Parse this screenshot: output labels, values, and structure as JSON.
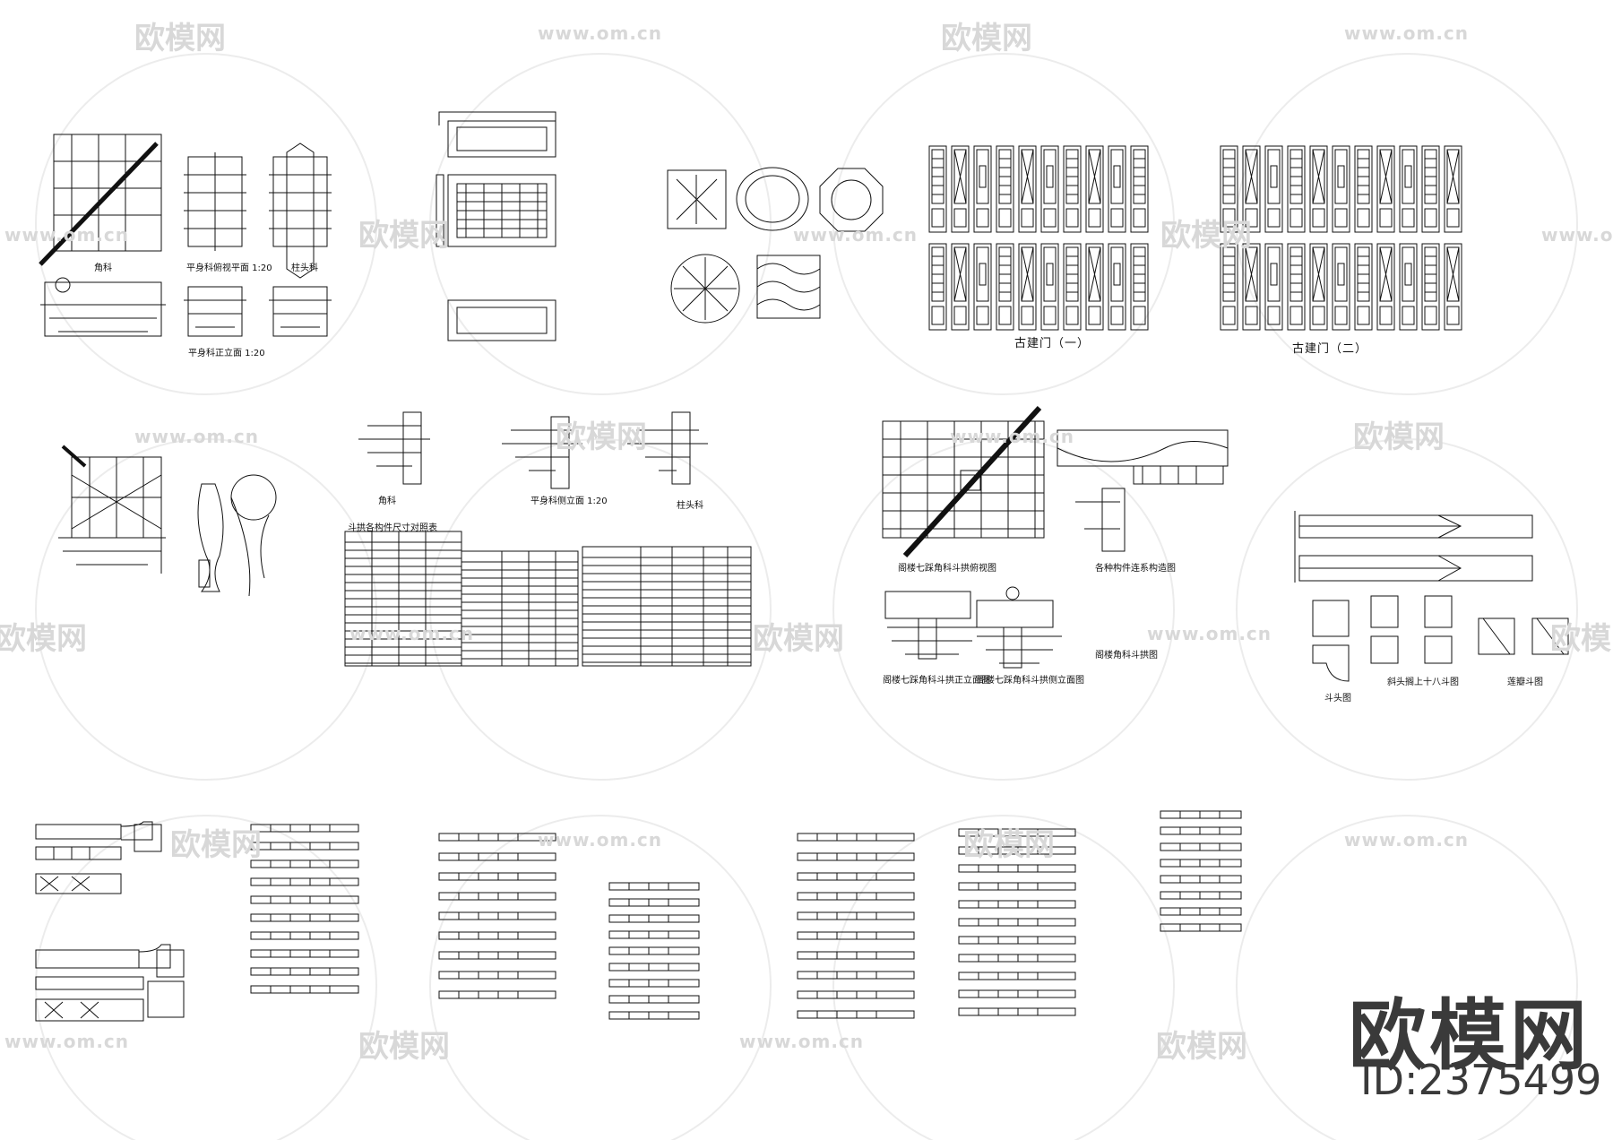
{
  "watermark": {
    "logo_text": "欧模网",
    "url_text": "www.om.cn"
  },
  "brand": {
    "name": "欧模网",
    "id_label": "ID:2375499"
  },
  "labels": {
    "corner_bracket": "角科",
    "flat_bracket_top": "平身科俯视平面 1:20",
    "column_bracket": "柱头科",
    "flat_bracket_side": "平身科正立面 1:20",
    "door_panel_set_1": "古建门（一）",
    "door_panel_set_2": "古建门（二）",
    "corner_bracket_2": "角科",
    "flat_bracket_side_2": "平身科侧立面 1:20",
    "column_bracket_2": "柱头科",
    "corner_plan": "阁楼七踩角科斗拱俯视图",
    "corner_section": "各种构件连系构造图",
    "corner_front": "阁楼七踩角科斗拱正立面图",
    "corner_side": "阁楼七踩角科斗拱侧立面图",
    "corner_note": "阁楼角科斗拱图",
    "beam_head": "斗头图",
    "beam_eighteen": "斜头搁上十八斗图",
    "lotus_dou": "莲瓣斗图",
    "table_title": "斗拱各构件尺寸对照表"
  }
}
